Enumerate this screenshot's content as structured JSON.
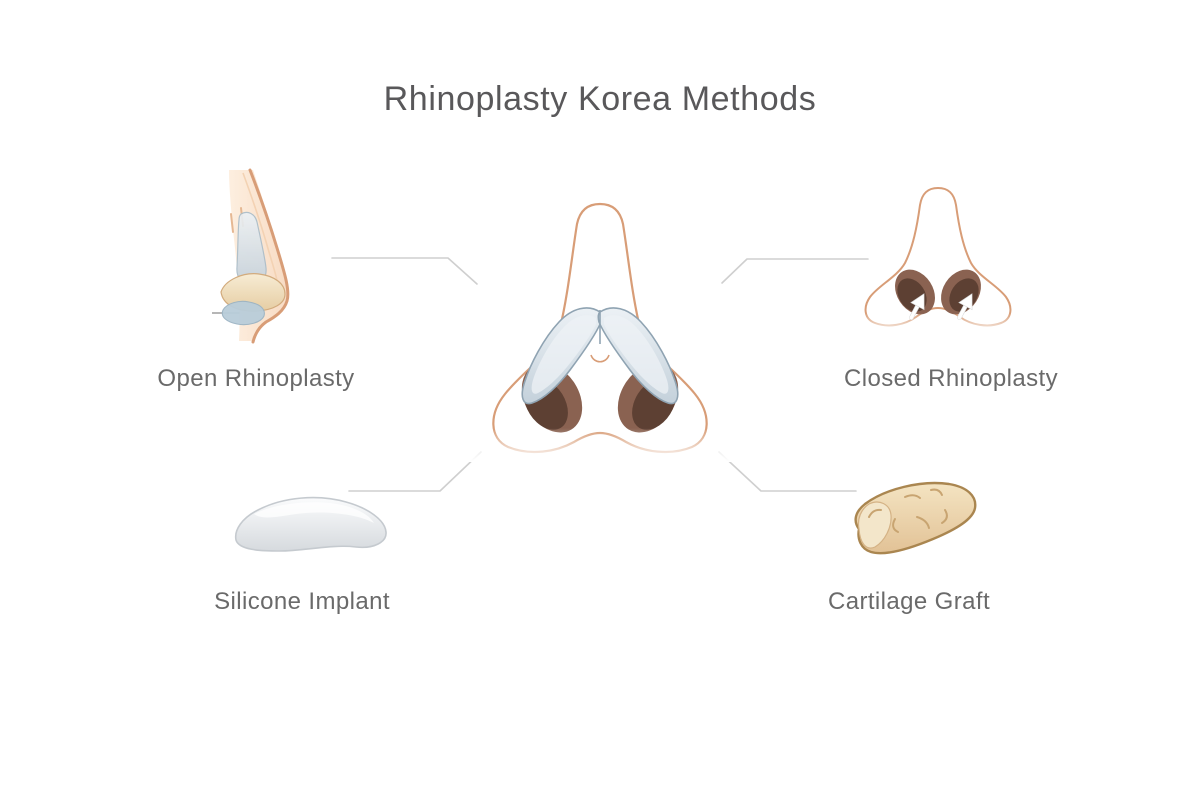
{
  "title": "Rhinoplasty Korea Methods",
  "diagram": {
    "center_illustration": "nose-front-view-with-alar-cartilage",
    "methods": [
      {
        "label": "Open Rhinoplasty",
        "position": "top-left",
        "icon": "nose-side-profile-illustration"
      },
      {
        "label": "Closed Rhinoplasty",
        "position": "top-right",
        "icon": "nose-bottom-view-with-incision-arrows-illustration"
      },
      {
        "label": "Silicone Implant",
        "position": "bottom-left",
        "icon": "silicone-implant-illustration"
      },
      {
        "label": "Cartilage Graft",
        "position": "bottom-right",
        "icon": "cartilage-graft-illustration"
      }
    ]
  },
  "theme": {
    "background": "#ffffff",
    "title-color": "#59585a",
    "label-color": "#6a6a6a",
    "line-color": "#cfcfcf",
    "pointer-line-color": "#9e9e9e",
    "skin-light": "#fdeede",
    "skin-mid": "#f7d9c0",
    "skin-deep": "#eec19e",
    "skin-edge": "#d89d77",
    "nostril": "#8a6251",
    "nostril-deep": "#5d4033",
    "cartilage-light": "#ecf1f5",
    "cartilage": "#c4d1db",
    "cartilage-edge": "#8fa3b2",
    "tip-cartilage-light": "#f7ecd4",
    "tip-cartilage": "#e6cda3",
    "tip-cartilage-edge": "#cfa87c",
    "implant-light": "#fbfcfd",
    "implant": "#d6dade",
    "implant-edge": "#c5cacf",
    "graft-light": "#f4e4c2",
    "graft": "#e2c296",
    "graft-edge": "#aa8650",
    "graft-mark": "#c8a471",
    "arrow": "#ffffff"
  }
}
